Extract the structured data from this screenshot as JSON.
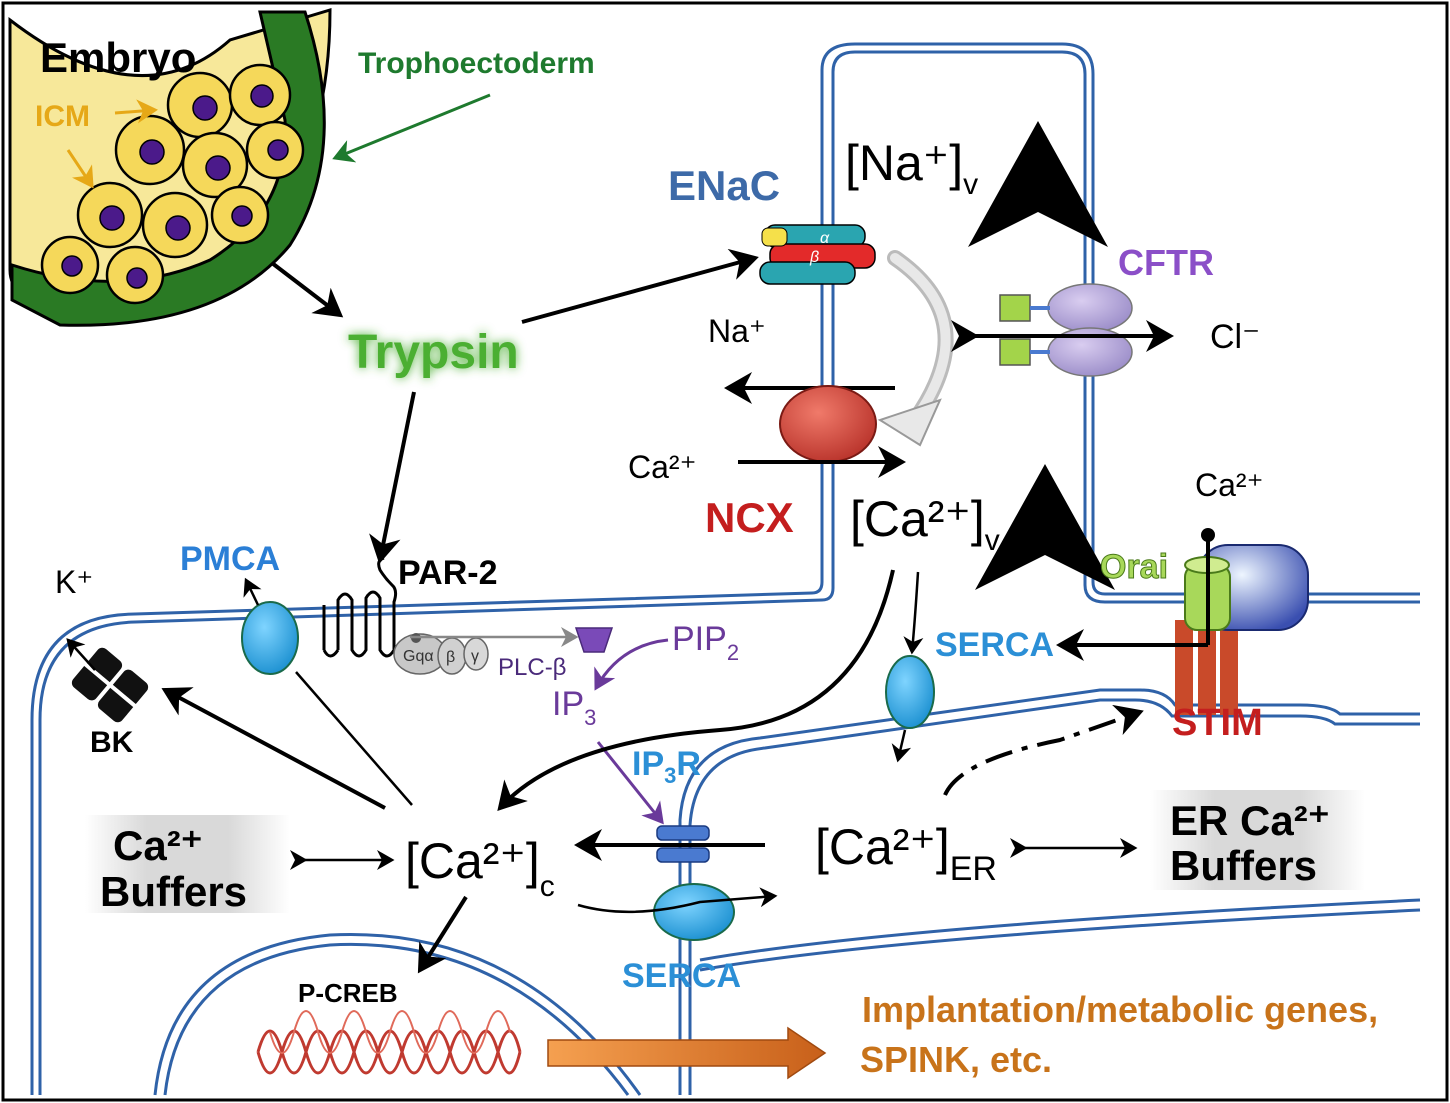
{
  "labels": {
    "embryo": "Embryo",
    "trophoectoderm": "Trophoectoderm",
    "icm": "ICM",
    "trypsin": "Trypsin",
    "enac": "ENaC",
    "enac_alpha": "α",
    "enac_beta": "β",
    "na_v": "[Na⁺]",
    "na_v_sub": "v",
    "cftr": "CFTR",
    "cl": "Cl⁻",
    "na_ion": "Na⁺",
    "ca_ion_ncx": "Ca²⁺",
    "ncx": "NCX",
    "ca_v": "[Ca²⁺]",
    "ca_v_sub": "v",
    "ca_ion_orai": "Ca²⁺",
    "orai": "Orai",
    "serca_top": "SERCA",
    "stim": "STIM",
    "pmca": "PMCA",
    "k_ion": "K⁺",
    "par2": "PAR-2",
    "bk": "BK",
    "pip2": "PIP",
    "pip2_sub": "2",
    "plc": "PLC-β",
    "ip3": "IP",
    "ip3_sub": "3",
    "gq_alpha": "Gqα",
    "g_beta": "β",
    "g_gamma": "γ",
    "ip3r": "IP",
    "ip3r_sub": "3",
    "ip3r_suffix": "R",
    "ca_c": "[Ca²⁺]",
    "ca_c_sub": "c",
    "ca_er": "[Ca²⁺]",
    "ca_er_sub": "ER",
    "ca_buffers_1": "Ca²⁺",
    "ca_buffers_2": "Buffers",
    "er_buffers_1": "ER Ca²⁺",
    "er_buffers_2": "Buffers",
    "serca_bottom": "SERCA",
    "pcreb": "P-CREB",
    "genes_1": "Implantation/metabolic genes,",
    "genes_2": "SPINK, etc."
  },
  "colors": {
    "membrane": "#2f62a8",
    "trophoectoderm": "#1e7a2e",
    "icm": "#e6a817",
    "trypsin": "#4caf32",
    "enac": "#3d6aa8",
    "cftr": "#8b4fc8",
    "ncx": "#c41e1e",
    "stim": "#c41e1e",
    "orai": "#7fbf3f",
    "serca": "#2b8fd6",
    "pmca": "#2b7fd6",
    "pip2": "#6a3a9a",
    "genes": "#c8731a"
  }
}
